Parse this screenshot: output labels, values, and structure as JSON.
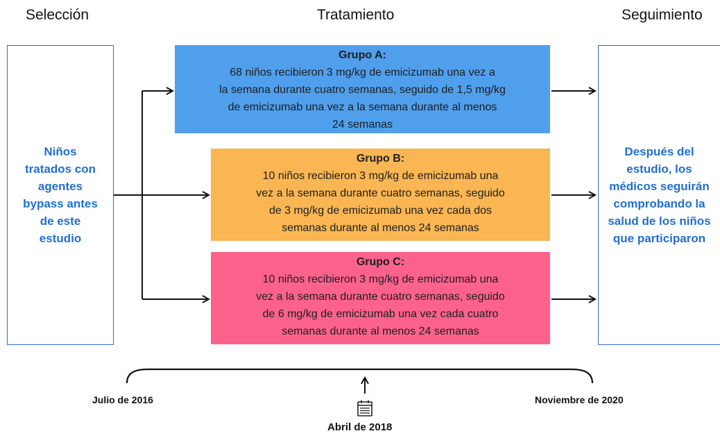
{
  "headings": {
    "seleccion": "Selección",
    "tratamiento": "Tratamiento",
    "seguimiento": "Seguimiento"
  },
  "selection_box": "Niños tratados con agentes bypass antes de este estudio",
  "followup_box": "Después del estudio, los médicos seguirán comprobando la salud de los niños que participaron",
  "groups": [
    {
      "title": "Grupo A:",
      "lines": [
        "68 niños recibieron 3 mg/kg de emicizumab una vez a",
        "la semana durante cuatro semanas, seguido de 1,5 mg/kg",
        "de emicizumab una vez a la semana durante al menos",
        "24 semanas"
      ],
      "color": "#4f9fed"
    },
    {
      "title": "Grupo B:",
      "lines": [
        "10 niños recibieron 3 mg/kg de emicizumab una",
        "vez a la semana durante cuatro semanas, seguido",
        "de 3 mg/kg de emicizumab una vez cada dos",
        "semanas durante al menos 24 semanas"
      ],
      "color": "#f9b653"
    },
    {
      "title": "Grupo C:",
      "lines": [
        "10 niños recibieron 3 mg/kg de emicizumab una",
        "vez a la semana durante cuatro semanas, seguido",
        "de 6 mg/kg de emicizumab una vez cada cuatro",
        "semanas durante al menos 24 semanas"
      ],
      "color": "#fc628c"
    }
  ],
  "timeline": {
    "start": "Julio de 2016",
    "middle": "Abril de 2018",
    "end": "Noviembre de 2020",
    "middle_icon": "calendar-icon"
  },
  "colors": {
    "accent_text": "#1f6fd1",
    "box_border": "#2d6fc2"
  }
}
